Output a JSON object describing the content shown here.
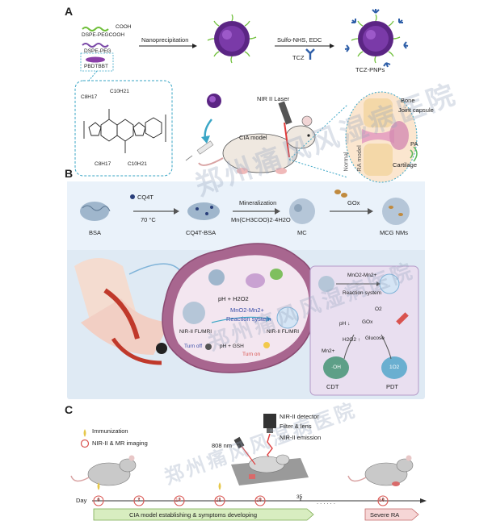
{
  "panels": {
    "a": "A",
    "b": "B",
    "c": "C"
  },
  "panel_a": {
    "dspe_pegcooh": "DSPE-PEGCOOH",
    "cooh": "COOH",
    "dspe_peg": "DSPE-PEG",
    "pbdtbbt": "PBDTBBT",
    "nanoprecipitation": "Nanoprecipitation",
    "sulfo": "Sulfo-NHS, EDC",
    "tcz": "TCZ",
    "tcz_pnps": "TCZ-PNPs",
    "laser": "NIR II Laser",
    "cia_model": "CIA model",
    "bone": "Bone",
    "joint_capsule": "Joint capsule",
    "pa": "PA",
    "cartilage": "Cartilage",
    "normal": "Normal",
    "ra_model": "RA model",
    "c8h17_top": "C8H17",
    "c10h21_top": "C10H21",
    "c8h17_bot": "C8H17",
    "c10h21_bot": "C10H21"
  },
  "panel_b": {
    "cq4t": "CQ4T",
    "temp": "70 °C",
    "mineralization": "Mineralization",
    "mn_salt": "Mn(CH3COO)2·4H2O",
    "gox": "GOx",
    "bsa": "BSA",
    "cq4t_bsa": "CQ4T-BSA",
    "mc": "MC",
    "mcg": "MCG NMs",
    "ph_h2o2": "pH + H2O2",
    "mno2_mn": "MnO2-Mn2+",
    "reaction_system": "Reaction system",
    "fl_mri_left": "NIR-II FL/MRI",
    "fl_mri_right": "NIR-II FL/MRI",
    "turn_off": "Turn off",
    "ph_gsh": "pH + GSH",
    "turn_on": "Turn on",
    "mno2_mn_right": "MnO2-Mn2+",
    "reaction_system_right": "Reaction system",
    "o2": "O2",
    "gox_right": "GOx",
    "ph_down": "pH ↓",
    "h2o2_up": "H2O2 ↑",
    "glucose": "Glucose",
    "mn2": "Mn2+",
    "oh": "·OH",
    "o2_singlet": "1O2",
    "cdt": "CDT",
    "pdt": "PDT"
  },
  "panel_c": {
    "immunization": "Immunization",
    "imaging": "NIR-II & MR imaging",
    "detector": "NIR-II detector",
    "filter": "Filter & lens",
    "emission": "NIR-II emission",
    "wavelength": "808 nm",
    "day_label": "Day",
    "days": [
      "0",
      "7",
      "14",
      "21",
      "28",
      "35",
      "60"
    ],
    "phase1": "CIA model establishing & symptoms developing",
    "phase2": "Severe RA",
    "dots": ". . . . . ."
  },
  "watermark": "郑州痛风风湿病医院",
  "colors": {
    "purple": "#6b2c8f",
    "green_peg": "#6fbf3a",
    "blue_antibody": "#2f5fa8",
    "panel_b_bg": "#dce9f5",
    "cell": "#b0709a",
    "vessel": "#c0392b",
    "timeline_green": "#d8edc0",
    "red_circle": "#d9534f"
  }
}
